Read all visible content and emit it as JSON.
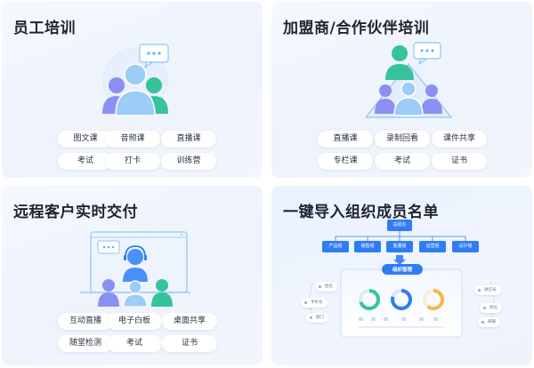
{
  "cards": [
    {
      "title": "员工培训",
      "tags": [
        "图文课",
        "音频课",
        "直播课",
        "考试",
        "打卡",
        "训练营"
      ]
    },
    {
      "title": "加盟商/合作伙伴培训",
      "tags": [
        "直播课",
        "录制回看",
        "课件共享",
        "专栏课",
        "考试",
        "证书"
      ]
    },
    {
      "title": "远程客户实时交付",
      "tags": [
        "互动直播",
        "电子白板",
        "桌面共享",
        "随堂检测",
        "考试",
        "证书"
      ]
    },
    {
      "title": "一键导入组织成员名单",
      "org": {
        "root": "总经办",
        "departments": [
          "产品组",
          "销售组",
          "客服组",
          "运营组",
          "设计组"
        ],
        "panel_title": "组织管理",
        "left_fields": [
          "姓名",
          "手机号",
          "部门"
        ],
        "right_fields": [
          "微信号",
          "岗位",
          "邮箱"
        ]
      }
    }
  ],
  "colors": {
    "primary_blue": "#2f7cf6",
    "figure_purple": "#8c8ff2",
    "figure_blue": "#5bb6f4",
    "figure_green": "#36c39b",
    "tag_bg": "#ffffff"
  }
}
